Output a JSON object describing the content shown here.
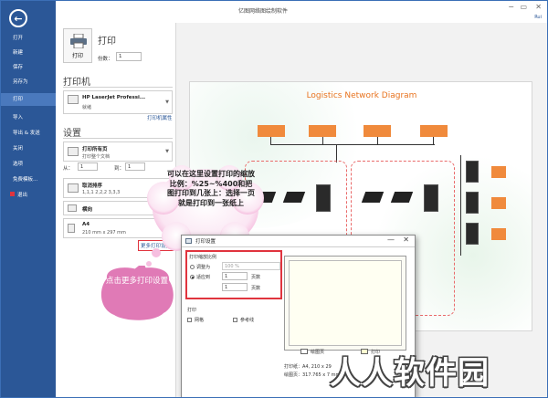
{
  "window": {
    "title": "亿图网络图绘制软件",
    "minimize": "−",
    "restore": "▭",
    "close": "✕",
    "user": "Rui"
  },
  "sidebar": {
    "back_icon": "arrow-left-icon",
    "items": [
      "打开",
      "新建",
      "保存",
      "另存为",
      "打印",
      "导入",
      "导出 & 发送",
      "关闭",
      "选项",
      "免费模板...",
      "退出"
    ],
    "active_index": 4
  },
  "print_panel": {
    "heading": "打印",
    "print_button": "打印",
    "copies_label": "份数：",
    "copies_value": "1",
    "printer_heading": "打印机",
    "printer_name": "HP LaserJet Professi...",
    "printer_status": "就绪",
    "printer_props_link": "打印机属性",
    "settings_heading": "设置",
    "range_main": "打印所有页",
    "range_sub": "打印整个文档",
    "from_label": "从：",
    "from_value": "1",
    "to_label": "到：",
    "to_value": "1",
    "collate_main": "取消排序",
    "collate_sub": "1,1,1  2,2,2  3,3,3",
    "orientation_main": "横向",
    "paper_main": "A4",
    "paper_sub": "210 mm x 297 mm",
    "more_settings_link": "更多打印设置"
  },
  "annotations": {
    "cloud_text": "可以在这里设置打印的缩放比例：%25~%400和把图打印到几张上：选择一页就是打印到一张纸上",
    "pink_text": "点击更多打印设置"
  },
  "preview": {
    "diagram_title": "Logistics Network Diagram"
  },
  "dialog": {
    "title": "打印设置",
    "scale_group_label": "打印缩放比例",
    "adjust_label": "调整为",
    "adjust_value": "100 %",
    "fit_label": "适应到",
    "fit_pages_wide": "1",
    "fit_pages_tall": "1",
    "pages_unit": "页数",
    "print_group_label": "打印",
    "grid_label": "网格",
    "guides_label": "参考线",
    "legend_drawing": "绘图页",
    "legend_print": "打印",
    "paper_info": "打印纸：A4, 210 x 29",
    "drawing_info": "绘图页：317.765 x 7     mm",
    "min_icon": "—",
    "close_icon": "✕"
  },
  "watermark": "人人软件园"
}
